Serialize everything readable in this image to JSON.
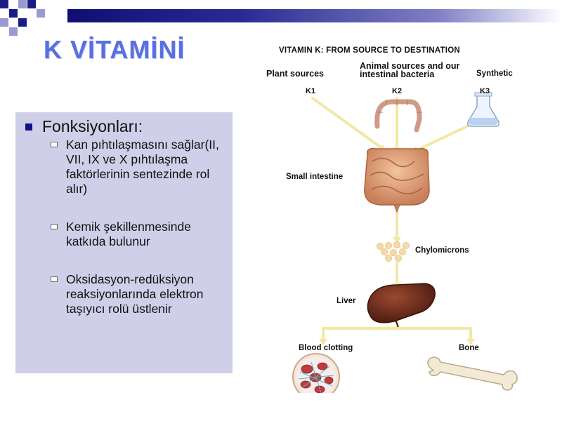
{
  "slide": {
    "title": "K VİTAMİNİ",
    "main_bullet": "Fonksiyonları:",
    "sub_bullets": [
      "Kan pıhtılaşmasını sağlar(II, VII, IX ve X pıhtılaşma faktörlerinin sentezinde rol alır)",
      "Kemik şekillenmesinde katkıda bulunur",
      "Oksidasyon-redüksiyon reaksiyonlarında elektron taşıyıcı rolü üstlenir"
    ]
  },
  "diagram": {
    "title": "VITAMIN K: FROM SOURCE TO DESTINATION",
    "sources": [
      {
        "label": "Plant sources",
        "vitamin": "K1"
      },
      {
        "label": "Animal sources and our intestinal bacteria",
        "vitamin": "K2"
      },
      {
        "label": "Synthetic",
        "vitamin": "K3"
      }
    ],
    "stages": {
      "small_intestine": "Small intestine",
      "chylomicrons": "Chylomicrons",
      "liver": "Liver"
    },
    "destinations": {
      "blood_clotting": "Blood clotting",
      "bone": "Bone"
    }
  },
  "colors": {
    "title": "#5a6fe0",
    "content_box": "#cfcfe9",
    "bullet": "#121286",
    "arrow": "#f1e8a6"
  }
}
